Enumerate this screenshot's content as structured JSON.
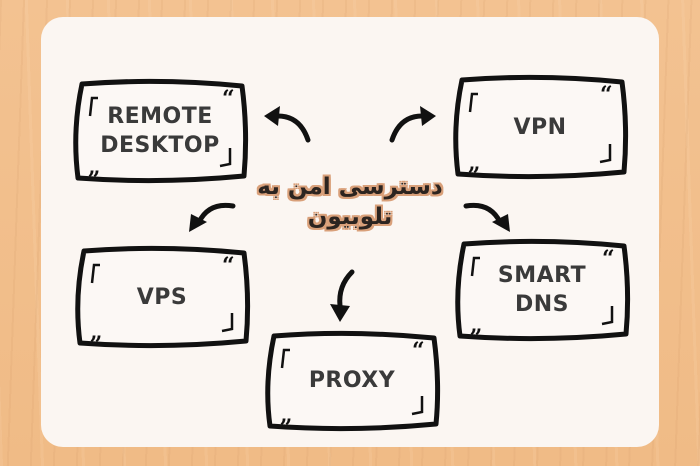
{
  "title": {
    "line1": "دسترسی امن به",
    "line2": "تلوبیون"
  },
  "boxes": [
    {
      "id": "remote-desktop",
      "label": "REMOTE\nDESKTOP"
    },
    {
      "id": "vpn",
      "label": "VPN"
    },
    {
      "id": "vps",
      "label": "VPS"
    },
    {
      "id": "smart-dns",
      "label": "SMART\nDNS"
    },
    {
      "id": "proxy",
      "label": "PROXY"
    }
  ],
  "colors": {
    "background": "#f2c08e",
    "card": "#fbf6f2",
    "stroke": "#111111",
    "label_text": "#3a3a3a",
    "title_text": "#2c2420",
    "title_outline": "#d9a07a"
  }
}
